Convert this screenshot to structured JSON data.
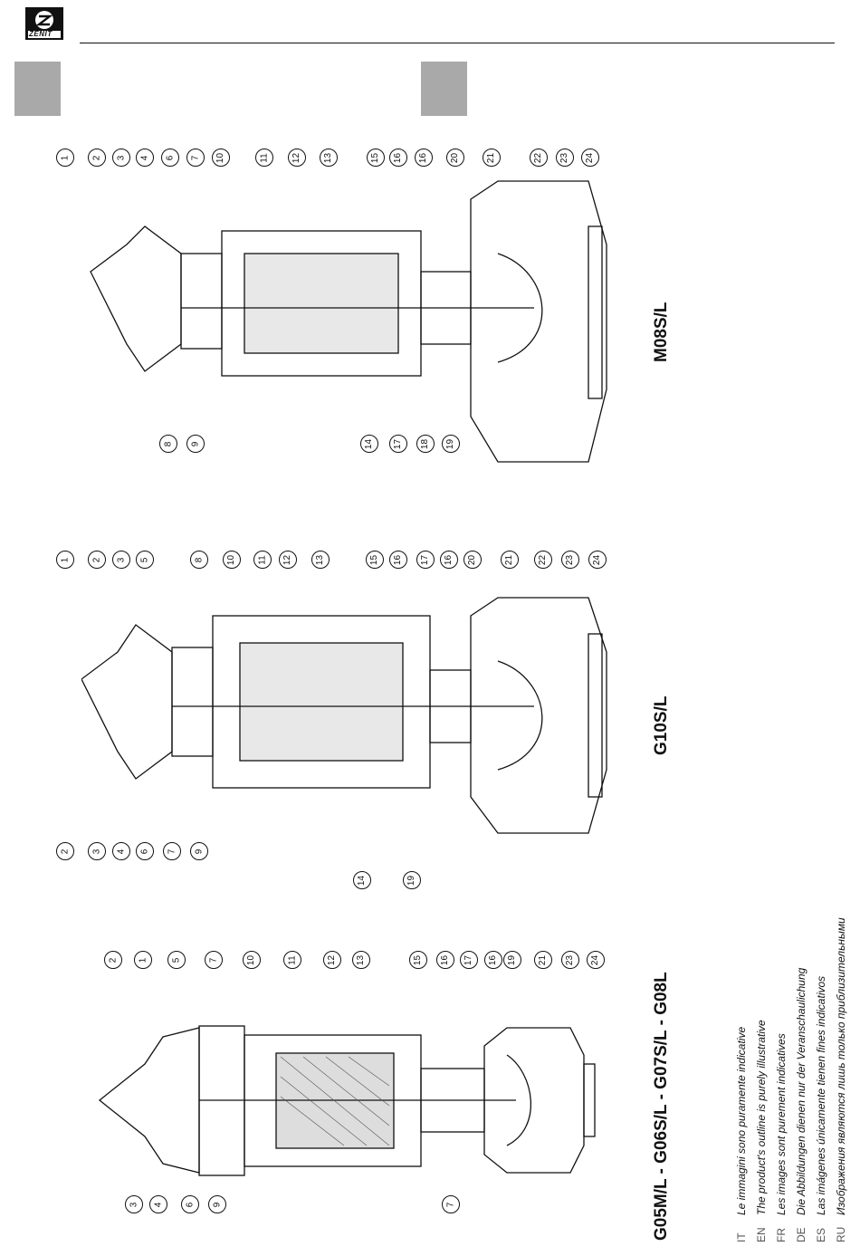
{
  "brand": {
    "name": "ZENIT",
    "icon": "zenit-logo-icon"
  },
  "models": [
    {
      "id": "g05",
      "label": "G05M/L - G06S/L - G07S/L - G08L",
      "callouts": [
        "2",
        "1",
        "5",
        "7",
        "10",
        "11",
        "12",
        "13",
        "15",
        "16",
        "17",
        "16",
        "19",
        "21",
        "23",
        "24",
        "3",
        "4",
        "6",
        "9",
        "7"
      ]
    },
    {
      "id": "g10",
      "label": "G10S/L",
      "callouts": [
        "1",
        "2",
        "3",
        "5",
        "8",
        "10",
        "11",
        "12",
        "13",
        "15",
        "16",
        "17",
        "16",
        "20",
        "21",
        "22",
        "23",
        "24",
        "2",
        "3",
        "4",
        "6",
        "7",
        "9",
        "14",
        "19"
      ]
    },
    {
      "id": "m08",
      "label": "M08S/L",
      "callouts": [
        "1",
        "2",
        "3",
        "4",
        "6",
        "7",
        "10",
        "11",
        "12",
        "13",
        "15",
        "16",
        "16",
        "20",
        "21",
        "22",
        "23",
        "24",
        "8",
        "9",
        "14",
        "17",
        "18",
        "19"
      ]
    }
  ],
  "disclaimers": [
    {
      "code": "IT",
      "text": "Le immagini sono puramente indicative"
    },
    {
      "code": "EN",
      "text": "The product's outline is purely illustrative"
    },
    {
      "code": "FR",
      "text": "Les images sont purement indicatives"
    },
    {
      "code": "DE",
      "text": "Die Abbildungen dienen nur der Veranschaulichung"
    },
    {
      "code": "ES",
      "text": "Las imágenes únicamente tienen fines indicativos"
    },
    {
      "code": "RU",
      "text": "Изображения являются лишь только приблизительными"
    }
  ]
}
